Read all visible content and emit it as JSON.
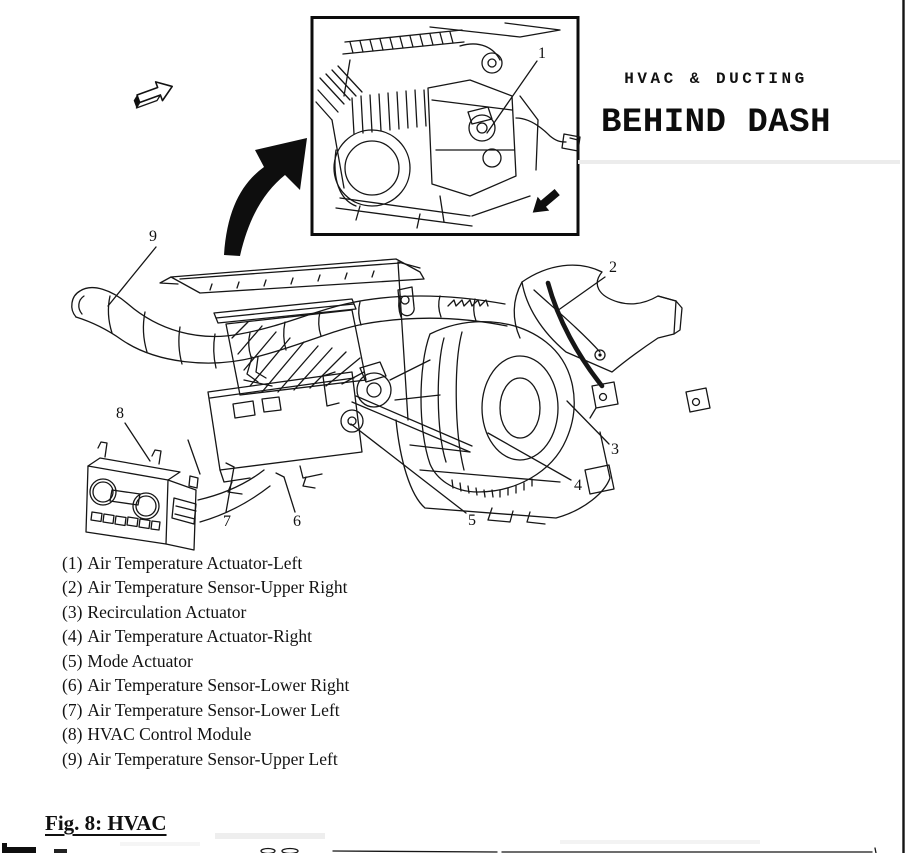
{
  "header": {
    "kicker": "HVAC & DUCTING",
    "title": "BEHIND DASH"
  },
  "figure_caption": "Fig. 8: HVAC",
  "legend": {
    "items": [
      {
        "num": "(1)",
        "label": "Air Temperature Actuator-Left"
      },
      {
        "num": "(2)",
        "label": "Air Temperature Sensor-Upper Right"
      },
      {
        "num": "(3)",
        "label": "Recirculation Actuator"
      },
      {
        "num": "(4)",
        "label": "Air Temperature Actuator-Right"
      },
      {
        "num": "(5)",
        "label": "Mode Actuator"
      },
      {
        "num": "(6)",
        "label": "Air Temperature Sensor-Lower Right"
      },
      {
        "num": "(7)",
        "label": "Air Temperature Sensor-Lower Left"
      },
      {
        "num": "(8)",
        "label": "HVAC Control Module"
      },
      {
        "num": "(9)",
        "label": "Air Temperature Sensor-Upper Left"
      }
    ]
  },
  "callouts": {
    "c1": "1",
    "c2": "2",
    "c3": "3",
    "c4": "4",
    "c5": "5",
    "c6": "6",
    "c7": "7",
    "c8": "8",
    "c9": "9"
  },
  "icons": {
    "curved_arrow": "curved-pointer-arrow",
    "up_right_arrow": "up-right-block-arrow-icon",
    "down_left_arrow": "down-left-block-arrow-icon"
  },
  "colors": {
    "ink": "#161616",
    "paper": "#ffffff"
  }
}
